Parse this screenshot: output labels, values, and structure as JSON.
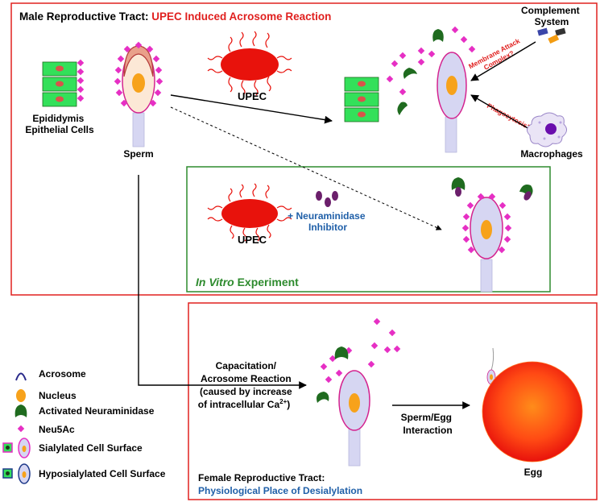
{
  "male_panel": {
    "title_black": "Male Reproductive Tract: ",
    "title_red": "UPEC Induced Acrosome Reaction"
  },
  "labels": {
    "epididymis_line1": "Epididymis",
    "epididymis_line2": "Epithelial Cells",
    "sperm": "Sperm",
    "upec_top": "UPEC",
    "complement_line1": "Complement",
    "complement_line2": "System",
    "membrane_attack_line1": "Membrane Attack",
    "membrane_attack_line2": "Complex?",
    "phagocytosis": "Phagocytosis?",
    "macrophages": "Macrophages"
  },
  "invitro_panel": {
    "upec": "UPEC",
    "inhibitor_line1": "+ Neuraminidase",
    "inhibitor_line2": "Inhibitor",
    "caption_italic": "In Vitro",
    "caption_rest": " Experiment"
  },
  "female_panel": {
    "capacitation_line1": "Capacitation/",
    "capacitation_line2": "Acrosome Reaction",
    "capacitation_line3": "(caused by increase",
    "capacitation_line4": "of intracellular Ca",
    "capacitation_sup": "2+",
    "capacitation_close": ")",
    "interaction_line1": "Sperm/Egg",
    "interaction_line2": "Interaction",
    "egg": "Egg",
    "female_title": "Female Reproductive Tract:",
    "female_subtitle": "Physiological Place of Desialylation"
  },
  "legend": {
    "acrosome": "Acrosome",
    "nucleus": "Nucleus",
    "activated_neuraminidase": "Activated Neuraminidase",
    "neu5ac": "Neu5Ac",
    "sialylated": "Sialylated Cell Surface",
    "hyposialylated": "Hyposialylated Cell Surface"
  },
  "colors": {
    "frame_red": "#e0201f",
    "frame_green": "#2e8b2e",
    "neu5ac_pink": "#e62fc4",
    "nucleus_orange": "#f7a21b",
    "epithelial_green": "#33e05a",
    "neuraminidase_green": "#1f6b1f",
    "upec_red": "#e8120c",
    "sperm_lavender": "#d6d6f2",
    "inhibitor_purple": "#6b1f6b",
    "blue_text": "#1f5fa8"
  }
}
